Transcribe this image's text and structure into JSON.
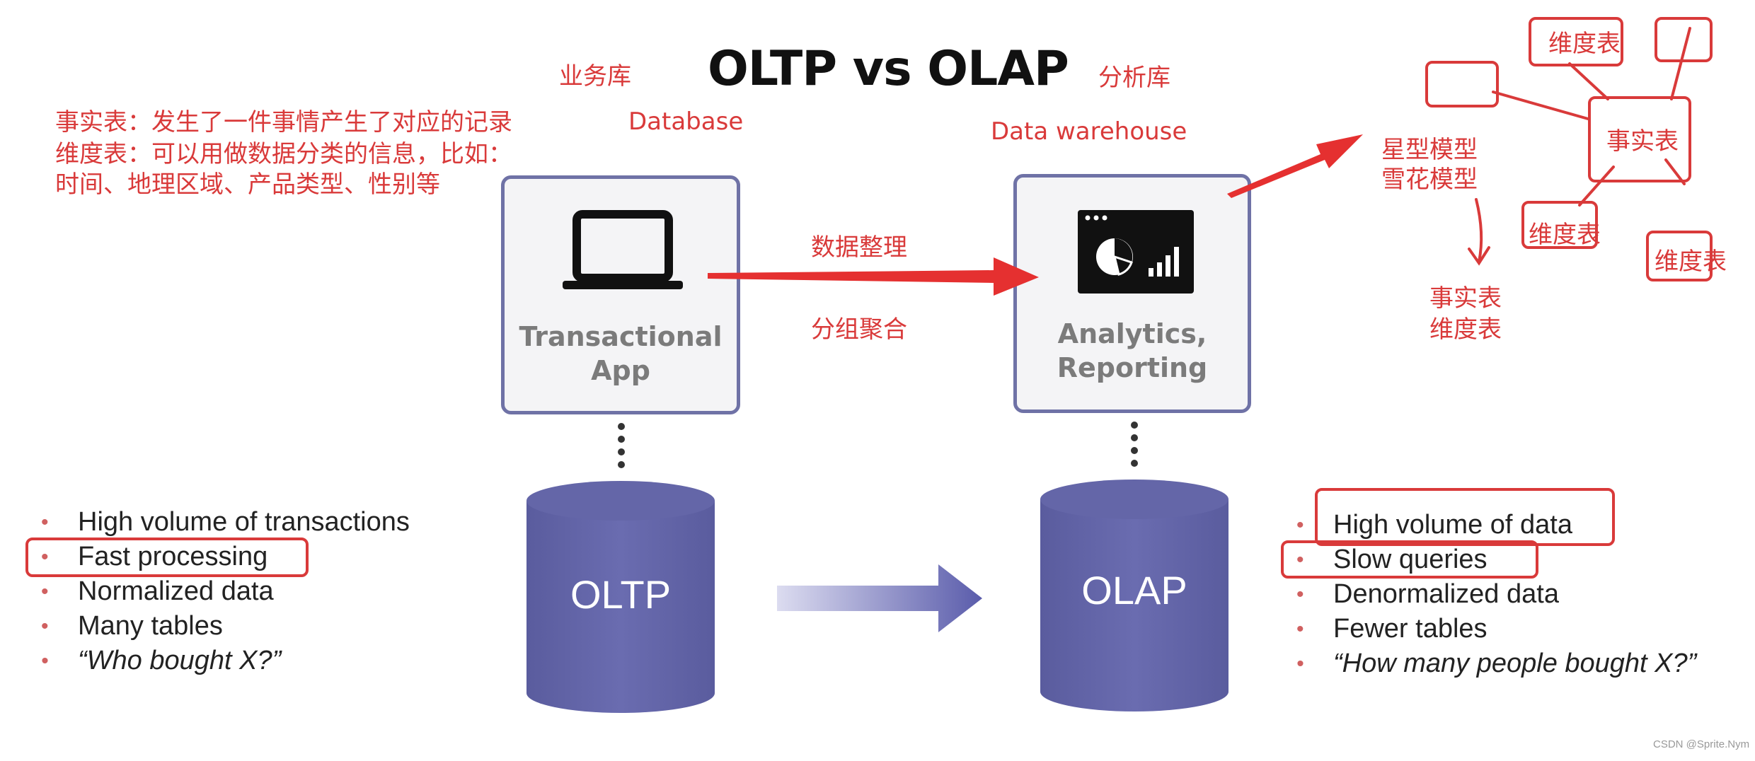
{
  "title": "OLTP vs OLAP",
  "left_annot": {
    "cn_label": "业务库",
    "en_label": "Database",
    "note_line1": "事实表：发生了一件事情产生了对应的记录",
    "note_line2": "维度表：可以用做数据分类的信息，比如：",
    "note_line3": "时间、地理区域、产品类型、性别等"
  },
  "right_annot": {
    "cn_label": "分析库",
    "en_label": "Data warehouse"
  },
  "middle_annot": {
    "line1": "数据整理",
    "line2": "分组聚合"
  },
  "left_box": {
    "line1": "Transactional",
    "line2": "App"
  },
  "right_box": {
    "line1": "Analytics,",
    "line2": "Reporting"
  },
  "left_db": "OLTP",
  "right_db": "OLAP",
  "left_features": [
    "High volume of transactions",
    "Fast processing",
    "Normalized data",
    "Many tables",
    "“Who bought X?”"
  ],
  "right_features": [
    "High volume of data",
    "Slow queries",
    "Denormalized data",
    "Fewer tables",
    "“How many people bought X?”"
  ],
  "schema_annot": {
    "models_line1": "星型模型",
    "models_line2": "雪花模型",
    "result_line1": "事实表",
    "result_line2": "维度表",
    "fact_table": "事实表",
    "dim_top": "维度表",
    "dim_bottom_left": "维度表",
    "dim_bottom_right": "维度表"
  },
  "watermark": "CSDN @Sprite.Nym",
  "colors": {
    "annotation_red": "#d93a3a",
    "box_border": "#6f72a6",
    "cylinder": "#5f61a3"
  },
  "icons": [
    "laptop-icon",
    "analytics-dashboard-icon"
  ]
}
